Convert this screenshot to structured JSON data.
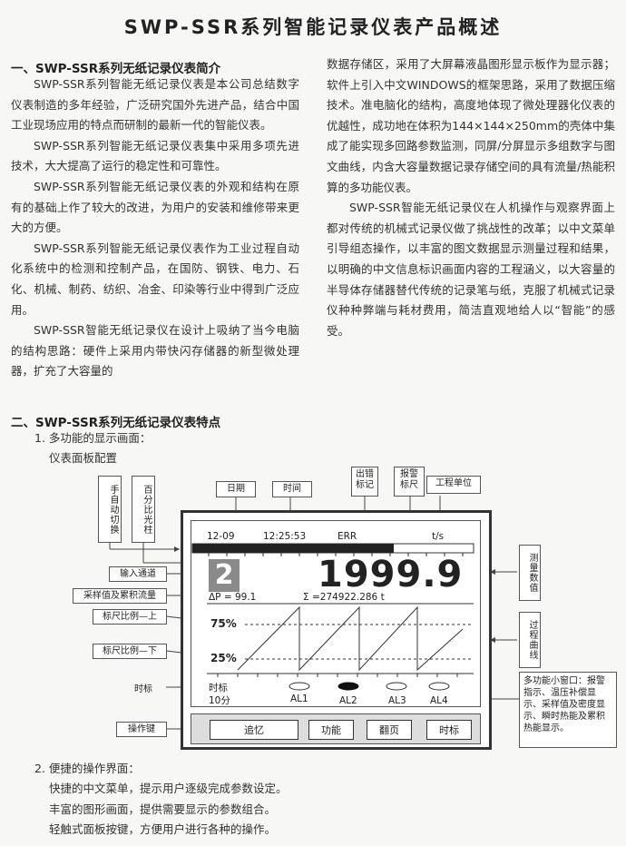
{
  "page_title": "SWP-SSR系列智能记录仪表产品概述",
  "section1": {
    "heading": "一、SWP-SSR系列无纸记录仪表简介",
    "left_paragraphs": [
      "SWP-SSR系列智能无纸记录仪表是本公司总结数字仪表制造的多年经验，广泛研究国外先进产品，结合中国工业现场应用的特点而研制的最新一代的智能仪表。",
      "SWP-SSR系列智能无纸记录仪表集中采用多项先进技术，大大提高了运行的稳定性和可靠性。",
      "SWP-SSR系列智能无纸记录仪表的外观和结构在原有的基础上作了较大的改进，为用户的安装和维修带来更大的方便。",
      "SWP-SSR系列智能无纸记录仪表作为工业过程自动化系统中的检测和控制产品，在国防、钢铁、电力、石化、机械、制药、纺织、冶金、印染等行业中得到广泛应用。",
      "SWP-SSR智能无纸记录仪在设计上吸纳了当今电脑的结构思路：硬件上采用内带快闪存储器的新型微处理器，扩充了大容量的"
    ],
    "right_paragraphs": [
      "数据存储区，采用了大屏幕液晶图形显示板作为显示器；软件上引入中文WINDOWS的框架思路，采用了数据压缩技术。准电脑化的结构，高度地体现了微处理器化仪表的优越性，成功地在体积为144×144×250mm的壳体中集成了能实现多回路参数监测，同屏/分屏显示多组数字与图文曲线，内含大容量数据记录存储空间的具有流量/热能积算的多功能仪表。",
      "SWP-SSR智能无纸记录仪在人机操作与观察界面上都对传统的机械式记录仪做了挑战性的改革；以中文菜单引导组态操作，以丰富的图文数据显示测量过程和结果，以明确的中文信息标识画面内容的工程涵义，以大容量的半导体存储器替代传统的记录笔与纸，克服了机械式记录仪种种弊端与耗材费用，简洁直观地给人以“智能”的感受。"
    ]
  },
  "section2": {
    "heading": "二、SWP-SSR系列无纸记录仪表特点",
    "item1": "1. 多功能的显示画面：",
    "item1_sub": "仪表面板配置",
    "item2": "2. 便捷的操作界面：",
    "item2_lines": [
      "快捷的中文菜单，提示用户逐级完成参数设定。",
      "丰富的图形画面，提供需要显示的参数组合。",
      "轻触式面板按键，方便用户进行各种的操作。"
    ]
  },
  "diagram": {
    "labels": {
      "manual_switch": "手自动切换",
      "percent_bar": "百分比光柱",
      "date": "日期",
      "time": "时间",
      "error_mark": "出错标记",
      "alarm_ruler": "报警标尺",
      "unit": "工程单位",
      "measured_value": "测量数值",
      "process_curve": "过程曲线",
      "input_channel": "输入通道",
      "sample_flow": "采样值及累积流量",
      "scale_top": "标尺比例—上",
      "scale_bottom": "标尺比例—下",
      "time_mark": "时标",
      "op_keys": "操作键",
      "multi_window": "多功能小窗口：报警指示、温压补偿显示、采样值及密度显示、瞬时热能及累积热能显示。"
    },
    "screen": {
      "date": "12-09",
      "time": "12:25:53",
      "err": "ERR",
      "unit": "t/s",
      "channel": "2",
      "value": "1999.9",
      "delta_p": "ΔP = 99.1",
      "sigma": "Σ =274922.286  t",
      "scale_top": "75%",
      "scale_bottom": "25%",
      "time_mark_label": "时标",
      "time_mark_value": "10分",
      "alarms": [
        "AL1",
        "AL2",
        "AL3",
        "AL4"
      ]
    },
    "keys": {
      "recall": "追忆",
      "function": "功能",
      "page": "翻页",
      "timemark": "时标"
    }
  }
}
